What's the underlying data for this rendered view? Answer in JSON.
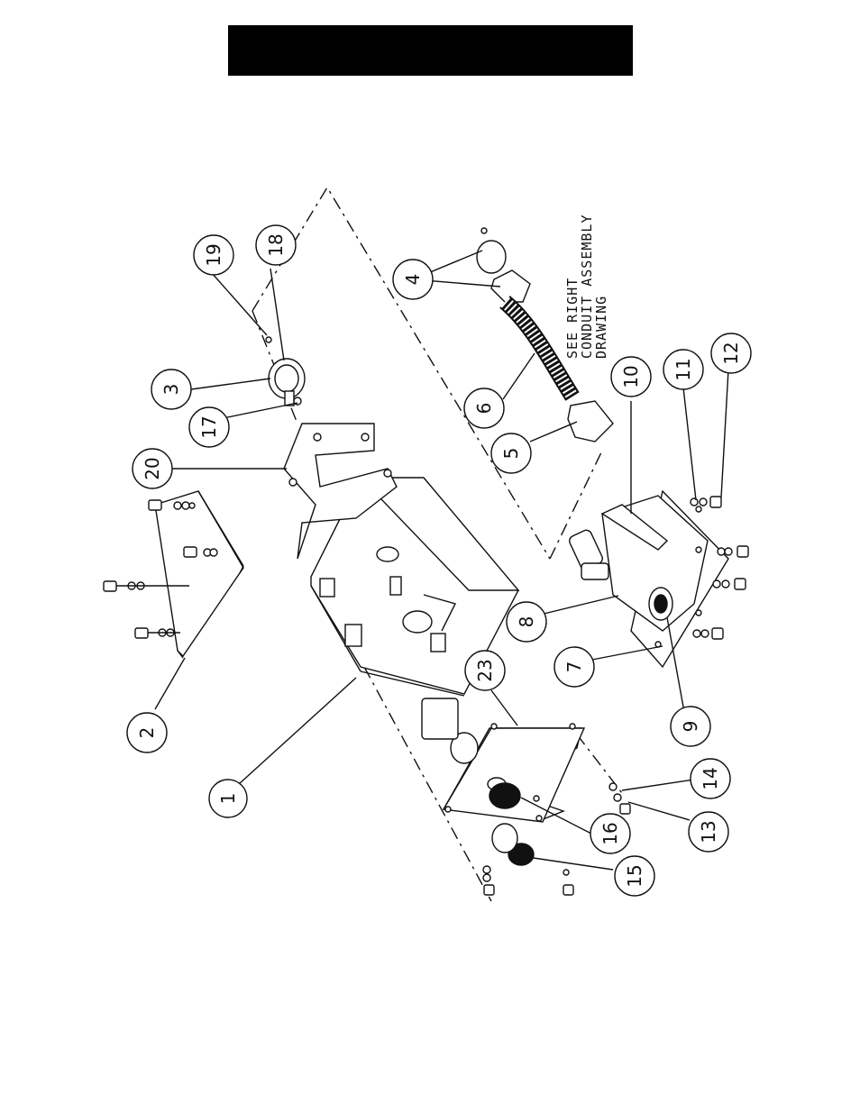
{
  "callouts": {
    "c1": "1",
    "c2": "2",
    "c3": "3",
    "c4": "4",
    "c5": "5",
    "c6": "6",
    "c7": "7",
    "c8": "8",
    "c9": "9",
    "c10": "10",
    "c11": "11",
    "c12": "12",
    "c13": "13",
    "c14": "14",
    "c15": "15",
    "c16": "16",
    "c17": "17",
    "c18": "18",
    "c19": "19",
    "c20": "20",
    "c23": "23"
  },
  "note": {
    "line1": "SEE RIGHT",
    "line2": "CONDUIT ASSEMBLY",
    "line3": "DRAWING"
  }
}
